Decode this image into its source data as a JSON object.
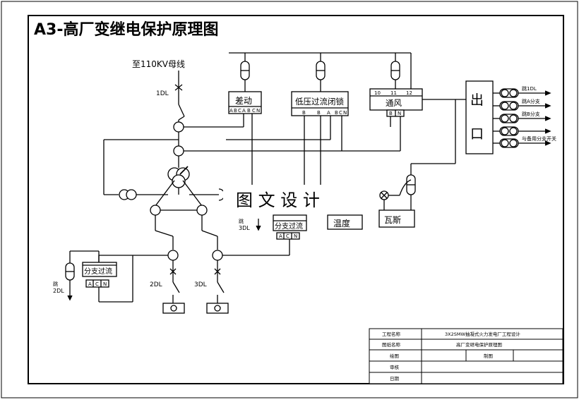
{
  "title": {
    "text": "A3-高厂变继电保护原理图",
    "color": "#e8141c"
  },
  "labels": {
    "busbar": "至110KV母线",
    "breaker_1dl": "1DL",
    "breaker_2dl": "2DL",
    "breaker_3dl": "3DL",
    "trip_3dl_a": "跳",
    "trip_3dl_b": "3DL",
    "trip_2dl_a": "跳",
    "trip_2dl_b": "2DL",
    "watermark": "图 文 设 计"
  },
  "relays": {
    "diff": {
      "name": "差动",
      "terms": [
        "A",
        "B",
        "C",
        "A",
        "B",
        "C",
        "N"
      ]
    },
    "lvoc": {
      "name": "低压过流闭锁",
      "terms": [
        "B",
        "B",
        "A",
        "B",
        "C",
        "N"
      ]
    },
    "vent": {
      "name": "通风",
      "top_terms": [
        "10",
        "11",
        "12"
      ],
      "terms": [
        "B",
        "N"
      ]
    },
    "temp": {
      "name": "温度"
    },
    "gas": {
      "name": "瓦斯"
    },
    "branch_right": {
      "name": "分支过流",
      "terms": [
        "A",
        "C",
        "N"
      ]
    },
    "branch_left": {
      "name": "分支过流",
      "terms": [
        "A",
        "C",
        "N"
      ]
    },
    "outlet": {
      "name_1": "出",
      "name_2": "口"
    }
  },
  "outputs": [
    "跳1DL",
    "跳A分支",
    "跳B分支",
    "",
    "与备用分支开关"
  ],
  "title_block": {
    "row1_label": "工程名称",
    "row1_value": "3X2SMW抽凝式火力发电厂工程设计",
    "row2_label": "图纸名称",
    "row2_value": "高厂变继电保护原理图",
    "row3_label": "绘图",
    "row3_mid": "制图",
    "row4_label": "审核",
    "row5_label": "日期"
  }
}
